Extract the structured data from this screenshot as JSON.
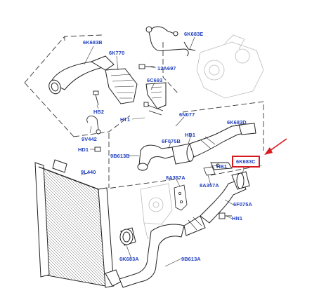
{
  "colors": {
    "label": "#1f3fbf",
    "highlight_border": "#d71920",
    "arrow": "#d71920",
    "line": "#1c1c1c",
    "dash": "#333333",
    "ghost": "#b8b8b8"
  },
  "labels": [
    {
      "key": "6k683b_top",
      "text": "6K683B"
    },
    {
      "key": "6k770",
      "text": "6K770"
    },
    {
      "key": "6k683e",
      "text": "6K683E"
    },
    {
      "key": "12a697",
      "text": "12A697"
    },
    {
      "key": "6c693",
      "text": "6C693"
    },
    {
      "key": "hb2",
      "text": "HB2"
    },
    {
      "key": "6n077",
      "text": "6N077"
    },
    {
      "key": "ht1",
      "text": "HT1"
    },
    {
      "key": "6k683d",
      "text": "6K683D"
    },
    {
      "key": "9v442",
      "text": "9V442"
    },
    {
      "key": "hb1_top",
      "text": "HB1"
    },
    {
      "key": "6f075b",
      "text": "6F075B"
    },
    {
      "key": "hd1",
      "text": "HD1"
    },
    {
      "key": "9b613b",
      "text": "9B613B"
    },
    {
      "key": "6k683c",
      "text": "6K683C"
    },
    {
      "key": "hb1_mid",
      "text": "HB1"
    },
    {
      "key": "9l440",
      "text": "9L440"
    },
    {
      "key": "8a357a_top",
      "text": "8A357A"
    },
    {
      "key": "8a357a_bot",
      "text": "8A357A"
    },
    {
      "key": "6f075a",
      "text": "6F075A"
    },
    {
      "key": "hn1",
      "text": "HN1"
    },
    {
      "key": "6k683a",
      "text": "6K683A"
    },
    {
      "key": "9b613a",
      "text": "9B613A"
    }
  ]
}
